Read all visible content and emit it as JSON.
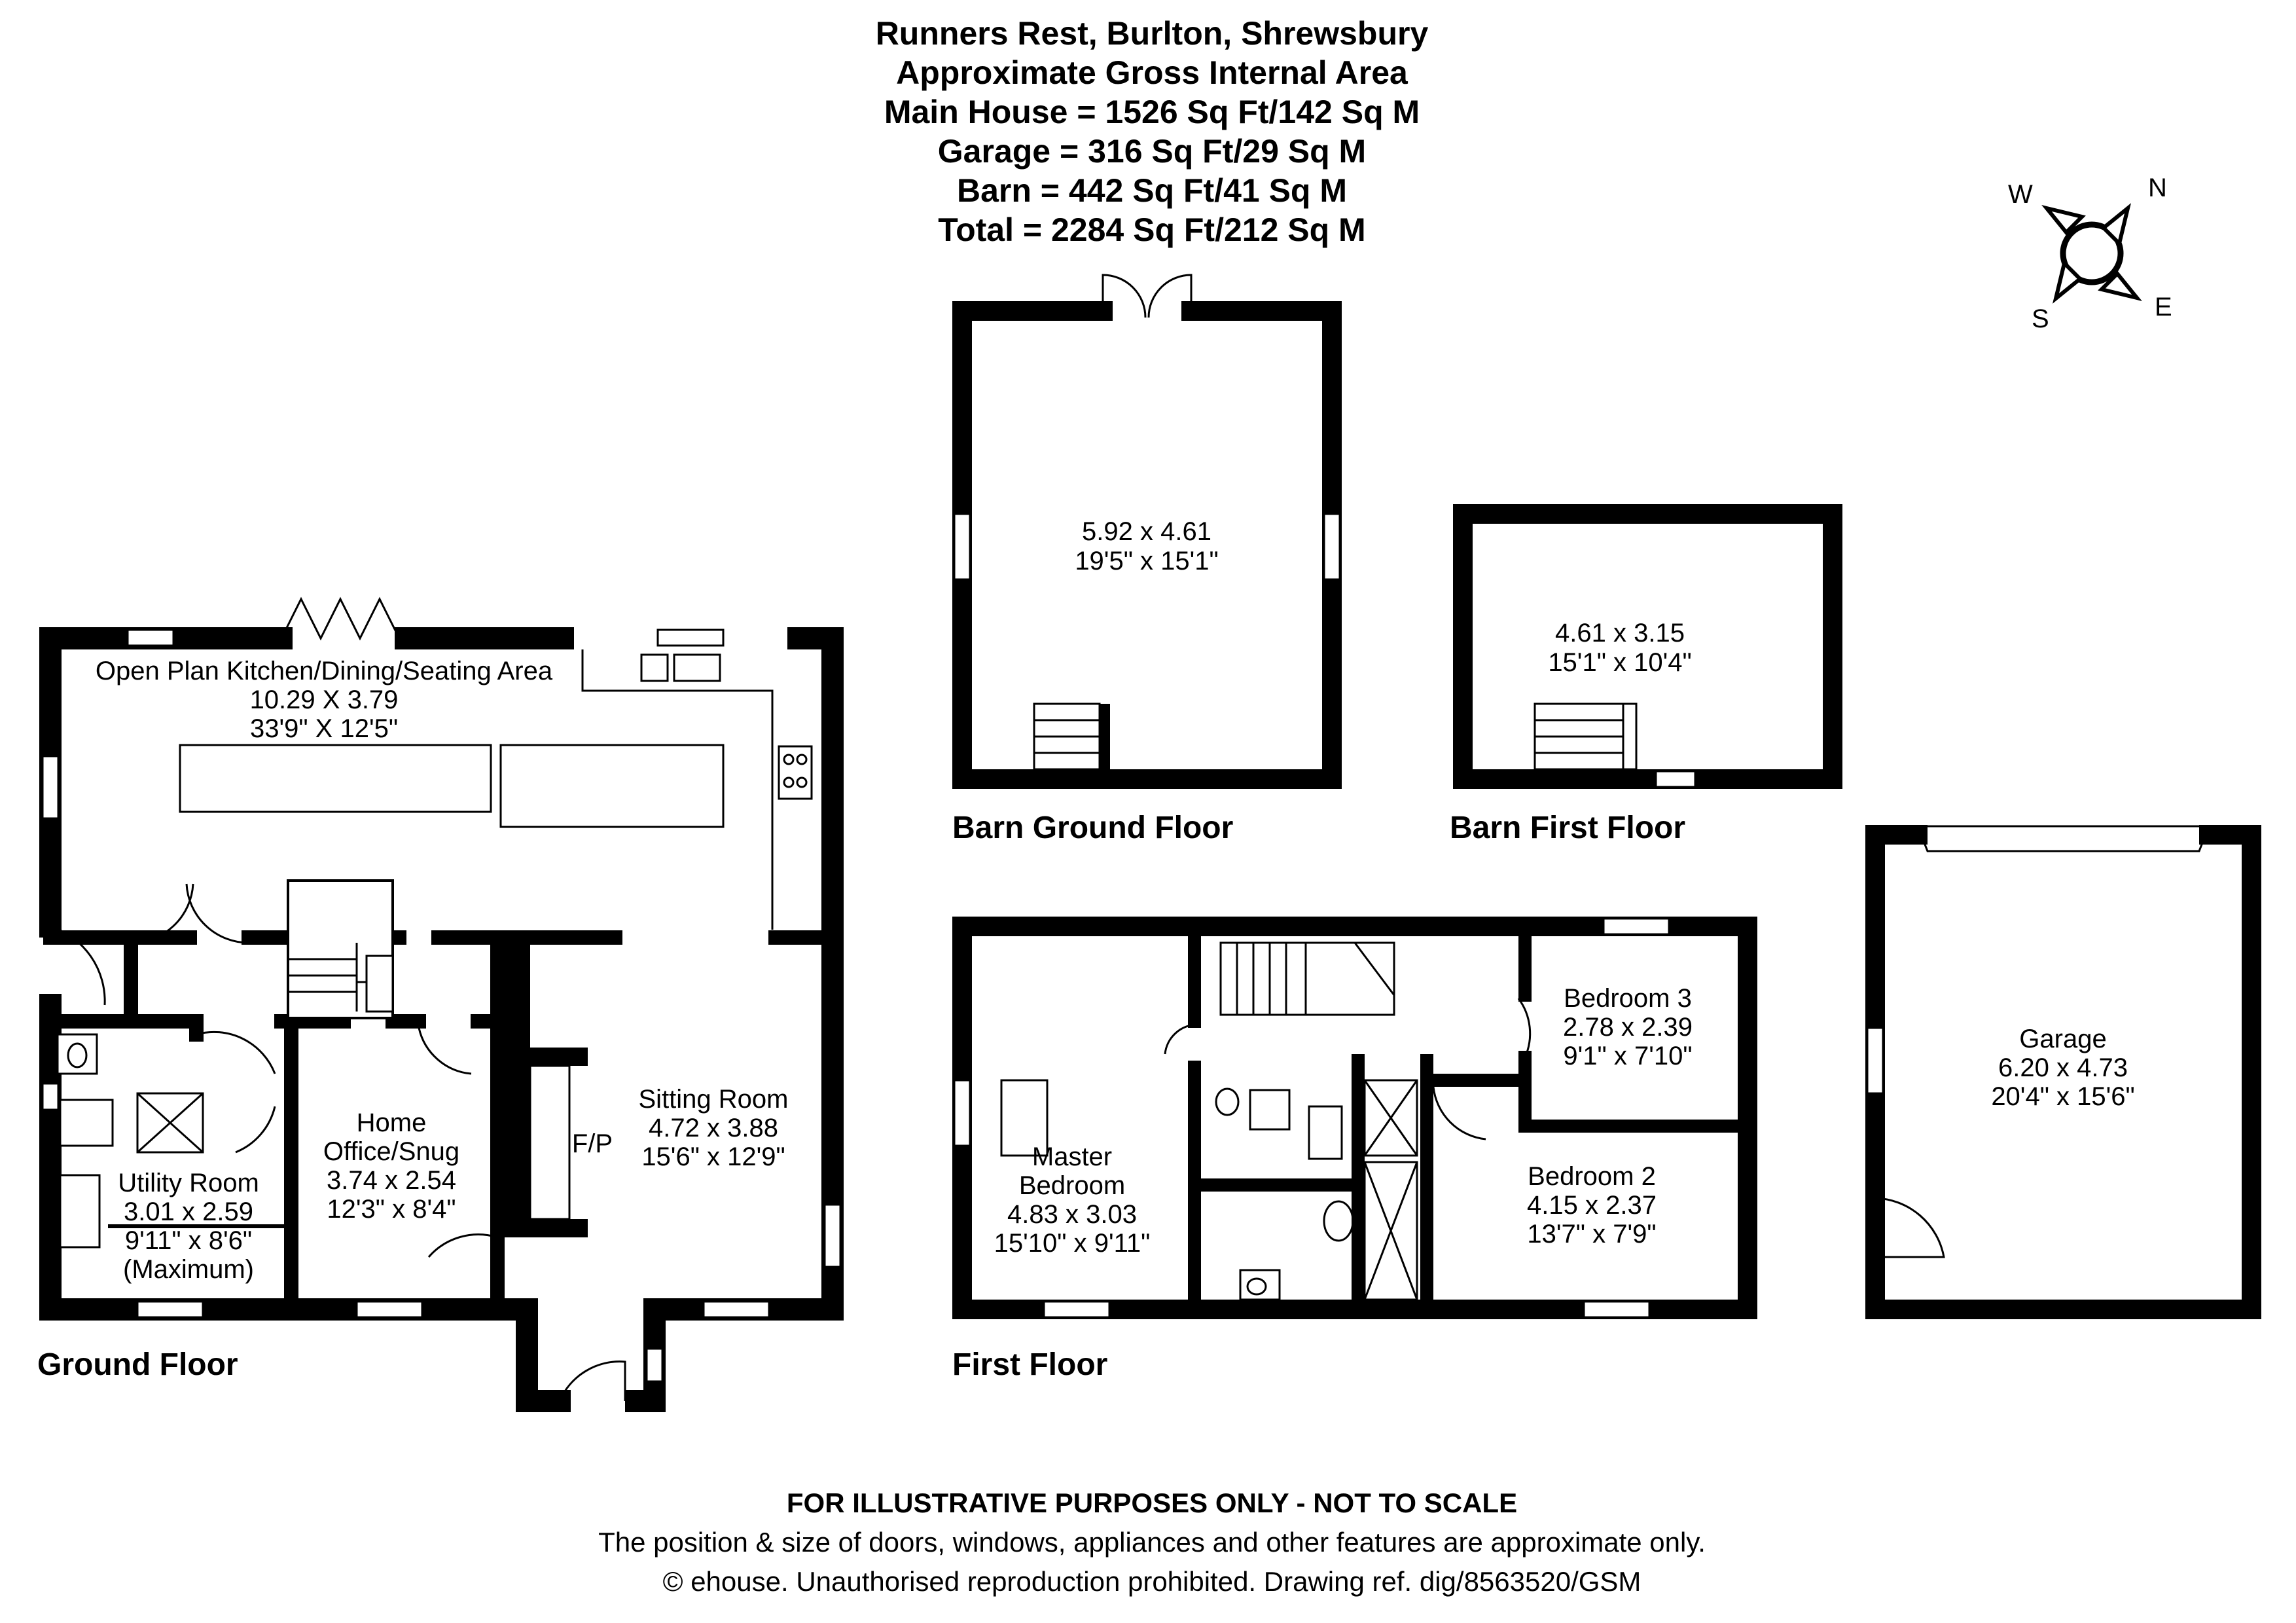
{
  "header": {
    "line1": "Runners Rest, Burlton, Shrewsbury",
    "line2": "Approximate Gross Internal Area",
    "line3": "Main House = 1526 Sq Ft/142 Sq M",
    "line4": "Garage = 316 Sq Ft/29 Sq M",
    "line5": "Barn = 442 Sq Ft/41 Sq M",
    "line6": "Total = 2284 Sq Ft/212 Sq M"
  },
  "compass": {
    "n": "N",
    "e": "E",
    "s": "S",
    "w": "W"
  },
  "floors": {
    "ground": "Ground Floor",
    "first": "First Floor",
    "barn_ground": "Barn Ground Floor",
    "barn_first": "Barn First Floor"
  },
  "rooms": {
    "kitchen": {
      "name": "Open Plan Kitchen/Dining/Seating Area",
      "metric": "10.29 X 3.79",
      "imperial": "33'9\" X 12'5\""
    },
    "utility": {
      "name": "Utility Room",
      "metric": "3.01 x 2.59",
      "imperial": "9'11\" x 8'6\"",
      "note": "(Maximum)"
    },
    "office": {
      "name1": "Home",
      "name2": "Office/Snug",
      "metric": "3.74 x 2.54",
      "imperial": "12'3\" x 8'4\""
    },
    "fireplace": "F/P",
    "sitting": {
      "name": "Sitting Room",
      "metric": "4.72 x 3.88",
      "imperial": "15'6\" x 12'9\""
    },
    "barn_ground": {
      "metric": "5.92 x 4.61",
      "imperial": "19'5\" x 15'1\""
    },
    "barn_first": {
      "metric": "4.61 x 3.15",
      "imperial": "15'1\" x 10'4\""
    },
    "master": {
      "name1": "Master",
      "name2": "Bedroom",
      "metric": "4.83 x 3.03",
      "imperial": "15'10\" x 9'11\""
    },
    "bedroom3": {
      "name": "Bedroom 3",
      "metric": "2.78 x 2.39",
      "imperial": "9'1\" x 7'10\""
    },
    "bedroom2": {
      "name": "Bedroom 2",
      "metric": "4.15 x 2.37",
      "imperial": "13'7\" x 7'9\""
    },
    "garage": {
      "name": "Garage",
      "metric": "6.20 x 4.73",
      "imperial": "20'4\" x 15'6\""
    }
  },
  "footer": {
    "line1": "FOR ILLUSTRATIVE PURPOSES ONLY - NOT TO SCALE",
    "line2": "The position & size of doors, windows, appliances and other features are approximate only.",
    "line3": "© ehouse. Unauthorised reproduction prohibited. Drawing ref. dig/8563520/GSM"
  }
}
